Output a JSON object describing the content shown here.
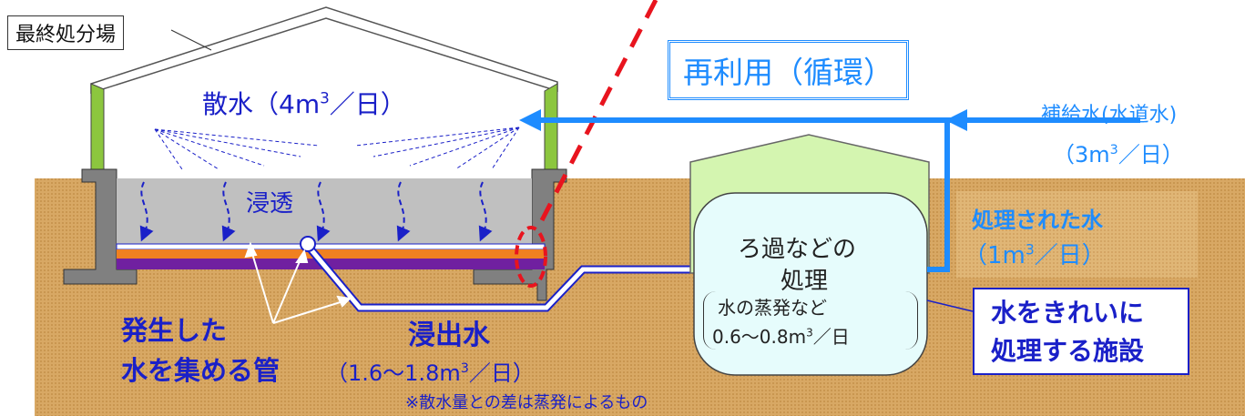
{
  "facility_label": "最終処分場",
  "recycle_label": "再利用（循環）",
  "sprinkle": {
    "prefix": "散水（4m",
    "exp": "3",
    "suffix": "／日）"
  },
  "supply": {
    "label": "補給水(水道水)",
    "prefix": "（3m",
    "exp": "3",
    "suffix": "／日）"
  },
  "seepage_label": "浸透",
  "treated": {
    "label": "処理された水",
    "prefix": "（1m",
    "exp": "3",
    "suffix": "／日）"
  },
  "treatment": {
    "line1": "ろ過などの",
    "line2": "処理",
    "evap1": "水の蒸発など",
    "evap_prefix": "0.6〜0.8m",
    "evap_exp": "3",
    "evap_suffix": "／日"
  },
  "plant_label": {
    "line1": "水をきれいに",
    "line2": "処理する施設"
  },
  "pipe_label": {
    "line1": "発生した",
    "line2": "水を集める管"
  },
  "leachate": {
    "label": "浸出水",
    "prefix": "（1.6〜1.8m",
    "exp": "3",
    "suffix": "／日）"
  },
  "note": "※散水量との差は蒸発によるもの",
  "colors": {
    "soil": "#d3a15c",
    "waste": "#c0c0c0",
    "flow": "#1e8cff",
    "text_blue": "#1a20c8",
    "accent_red": "#e8141e",
    "roof": "#ffffff"
  }
}
